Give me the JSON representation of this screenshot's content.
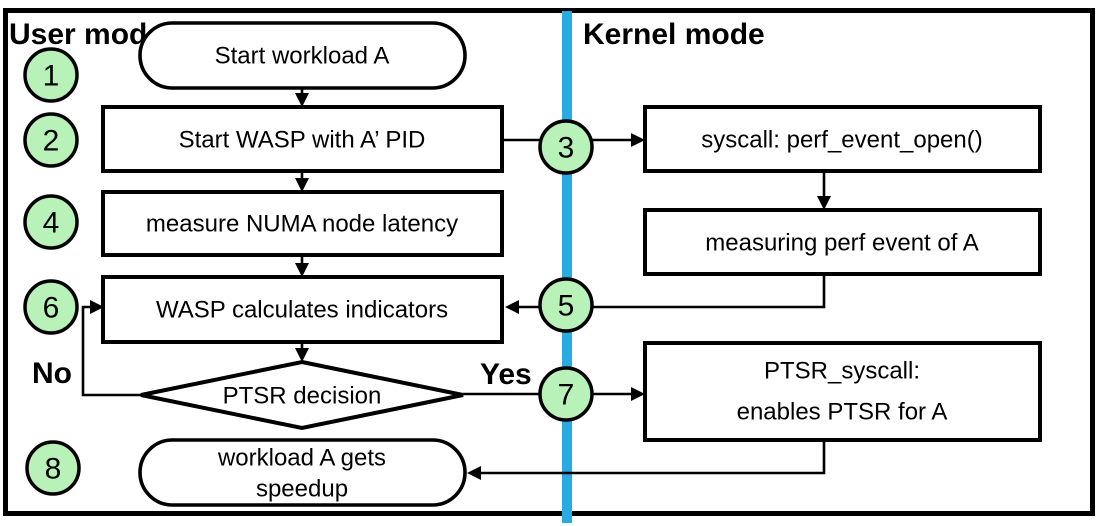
{
  "colors": {
    "badge_fill": "#b9f2b9",
    "divider": "#29abe2",
    "stroke": "#000000",
    "background": "#ffffff"
  },
  "labels": {
    "user_mode": "User mode",
    "kernel_mode": "Kernel mode",
    "no": "No",
    "yes": "Yes"
  },
  "badges": {
    "b1": "1",
    "b2": "2",
    "b3": "3",
    "b4": "4",
    "b5": "5",
    "b6": "6",
    "b7": "7",
    "b8": "8"
  },
  "nodes": {
    "start_workload": "Start workload A",
    "start_wasp": "Start WASP with A’ PID",
    "measure_numa": "measure NUMA node latency",
    "syscall_open": "syscall: perf_event_open()",
    "measuring_perf": "measuring perf event of A",
    "wasp_calculates": "WASP calculates indicators",
    "ptsr_decision": "PTSR decision",
    "ptsr_syscall_line1": "PTSR_syscall:",
    "ptsr_syscall_line2": "enables PTSR for A",
    "speedup_line1": "workload A gets",
    "speedup_line2": "speedup"
  }
}
